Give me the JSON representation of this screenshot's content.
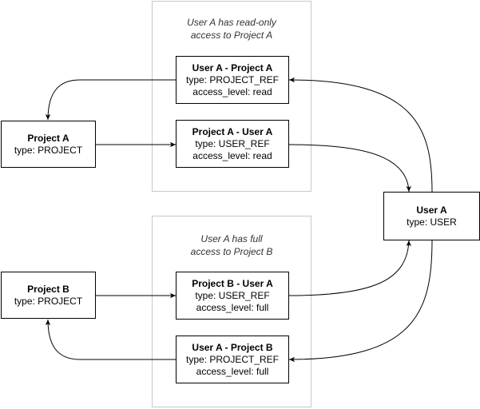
{
  "groups": {
    "group_a": {
      "label": "User A has read-only\naccess to Project A"
    },
    "group_b": {
      "label": "User A has full\naccess to Project B"
    }
  },
  "nodes": {
    "project_a": {
      "title": "Project A",
      "type": "type: PROJECT"
    },
    "project_b": {
      "title": "Project B",
      "type": "type: PROJECT"
    },
    "user_a": {
      "title": "User A",
      "type": "type: USER"
    },
    "user_a_project_a": {
      "title": "User A - Project A",
      "type": "type: PROJECT_REF",
      "access": "access_level: read"
    },
    "project_a_user_a": {
      "title": "Project A - User A",
      "type": "type: USER_REF",
      "access": "access_level: read"
    },
    "project_b_user_a": {
      "title": "Project B - User A",
      "type": "type: USER_REF",
      "access": "access_level: full"
    },
    "user_a_project_b": {
      "title": "User A - Project B",
      "type": "type: PROJECT_REF",
      "access": "access_level: full"
    }
  },
  "colors": {
    "stroke": "#000000",
    "group_border": "#c8c8c8"
  }
}
